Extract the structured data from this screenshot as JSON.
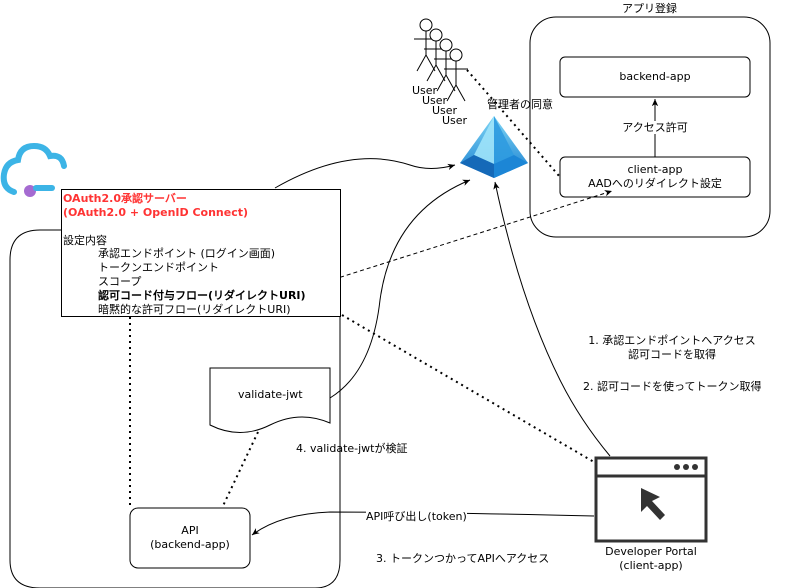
{
  "app_registration": {
    "title": "アプリ登録",
    "backend_app": "backend-app",
    "access_permission": "アクセス許可",
    "client_app_line1": "client-app",
    "client_app_line2": "AADへのリダイレクト設定"
  },
  "users": {
    "labels": [
      "User",
      "User",
      "User",
      "User"
    ],
    "admin_consent": "管理者の同意"
  },
  "oauth_server": {
    "title_line1": "OAuth2.0承認サーバー",
    "title_line2": "(OAuth2.0 + OpenID Connect)",
    "settings_heading": "設定内容",
    "settings_items": [
      "承認エンドポイント (ログイン画面)",
      "トークンエンドポイント",
      "スコープ",
      "認可コード付与フロー(リダイレクトURI)",
      "暗黙的な許可フロー(リダイレクトURI)"
    ]
  },
  "validate_jwt": {
    "label": "validate-jwt",
    "step_label": "4. validate-jwtが検証"
  },
  "api": {
    "label_line1": "API",
    "label_line2": "(backend-app)",
    "call_label": "API呼び出し(token)"
  },
  "developer_portal": {
    "label_line1": "Developer Portal",
    "label_line2": "(client-app)"
  },
  "steps": {
    "step1_line1": "1. 承認エンドポイントへアクセス",
    "step1_line2": "認可コードを取得",
    "step2": "2. 認可コードを使ってトークン取得",
    "step3": "3. トークンつかってAPIへアクセス"
  },
  "colors": {
    "azure_light": "#5ec8f0",
    "azure_dark": "#1a73c8",
    "cloud_blue": "#3cb4e6",
    "cloud_dot": "#a56bd1",
    "red_text": "#ff3333"
  }
}
